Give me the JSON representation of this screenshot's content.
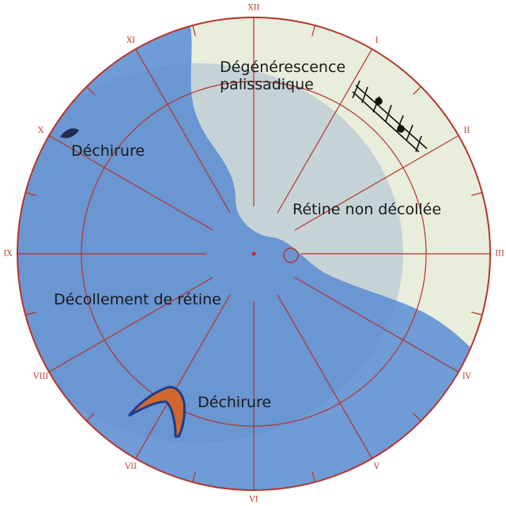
{
  "colors": {
    "detached": "#6f9bd6",
    "attached": "#e9eddc",
    "grid": "#b5342a",
    "tear_fill": "#d2672e"
  },
  "clock_hours": [
    "XII",
    "I",
    "II",
    "III",
    "IV",
    "V",
    "VI",
    "VII",
    "VIII",
    "IX",
    "X",
    "XI"
  ],
  "labels": {
    "lattice": "Dégénérescence\npalissadique",
    "attached": "Rétine non décollée",
    "detached": "Décollement de rétine",
    "tear_upper": "Déchirure",
    "tear_lower": "Déchirure"
  }
}
